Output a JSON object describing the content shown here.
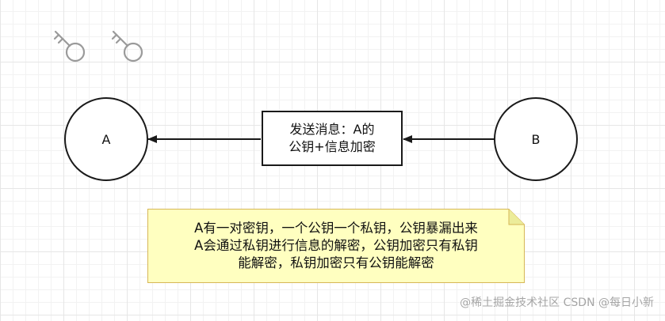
{
  "nodes": {
    "a": {
      "label": "A"
    },
    "b": {
      "label": "B"
    }
  },
  "message": {
    "line1": "发送消息：A的",
    "line2": "公钥+信息加密"
  },
  "note": {
    "line1": "A有一对密钥，一个公钥一个私钥，公钥暴漏出来",
    "line2": "A会通过私钥进行信息的解密，公钥加密只有私钥",
    "line3": "能解密，私钥加密只有公钥能解密"
  },
  "watermark": "@稀土掘金技术社区 CSDN @每日小新",
  "icons": [
    "key-icon",
    "key-icon"
  ],
  "colors": {
    "stroke": "#1a1a1a",
    "note_fill": "#ffffc0",
    "note_stroke": "#d6b656",
    "key_stroke": "#9a9a9a"
  }
}
